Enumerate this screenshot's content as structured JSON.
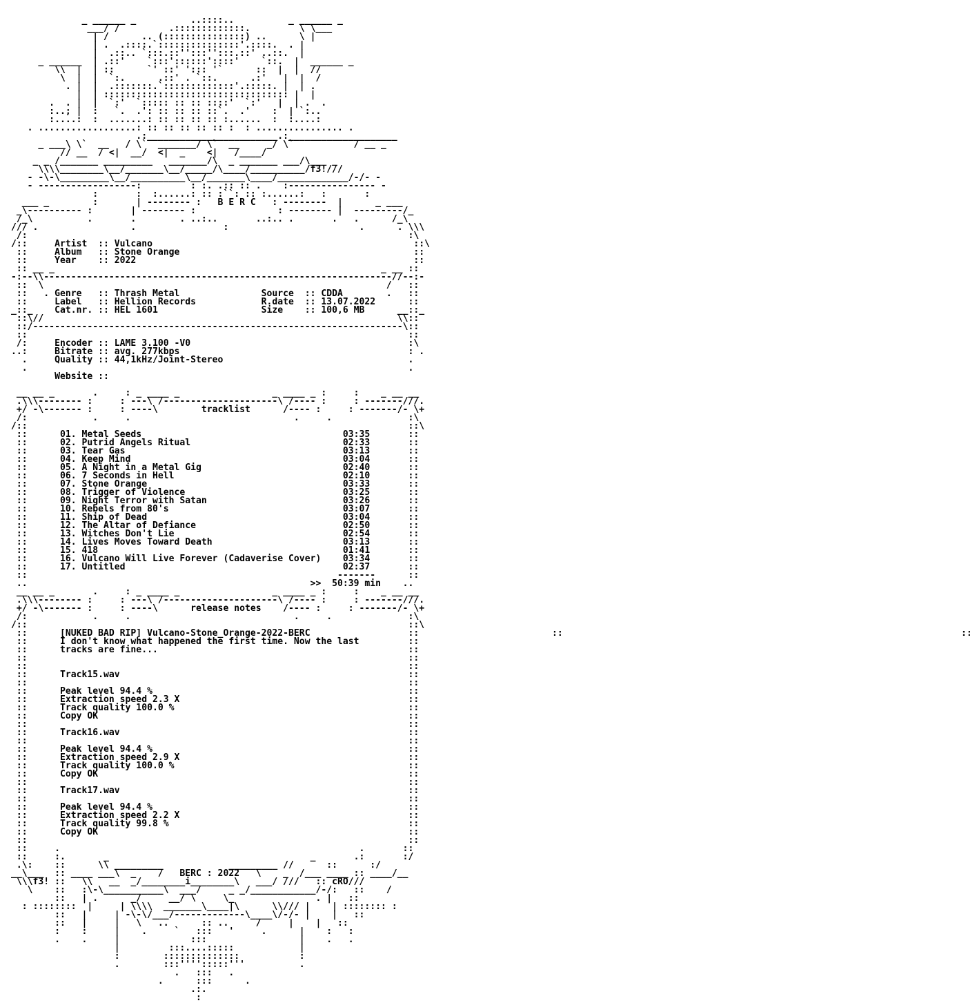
{
  "nfo_lines": [
    "             _ ______ _          ..::::..          _ ______ _",
    "              ___/ /         .:::::::::::::.         \\ \\___",
    "               | /      .. (:::::::::::::::) ..      \\ |",
    "               | .  .::::.`:::::::::::::::'.::::.  . |",
    "               |  .::.. `:::.::'':::'':::.::' ..::.  |",
    "     _ ______  | .::'    `:::'::::::'::::'    `::.  |  ______ _",
    "        \\\\  |  | ::      `' ::' '::: '`      ::  |  |  //",
    "         \\  |  |  `:.      .::' . `::.      .:'   |  |  /",
    "          . |  |  .:::::::.`:::::::::::::'.:::::. |  | .",
    "            |  | :::::::::::::::::::::::::::::::::: |  |",
    "       .  . |  |  `:'  `::::: :: :: ::::'  `:'   |  | .  .",
    "       :..; |  :   `.  .': :: :: :: ::`.  .'    :  | `:..",
    "       :....:  :  .......: :: :: :: :: :......  :  :....:",
    "   . ..................: :: :: :: :: :: :  : ................ .",
    "                       .:________________________.:____________________",
    "     _ ___\\ \\`  __   / \\`  _______/ \\`  __     _/ \\`           / __ _",
    "         // __  / <|  __/  <|  _    <|   /____/",
    "    _ _ /_______ _________   _______/\\  _ _______ ___/\\___ _",
    "     \\\\\\\\________\\__/_______\\__/_____/\\____/__________/f3!///",
    "   - -\\-\\_________\\__/__________\\__/_______\\____/_____________/-/- -",
    "   - ------------------:         : :. .:: :: .    :---------------- -",
    "               :       :  :......: :: :``: :: :......:   :       :",
    "  ___ _        :       | -------- :   B E R C   : --------  |      _ ___",
    " _\\---------- :       | -------- :               : -------- |  ---------/_",
    " /_\\          .       .        . ..:..       ..:.. .       .   .      /_\\",
    "/// .                 .                :                        .      . \\\\\\",
    " /:                                                                      :\\",
    "/::     Artist  :: Vulcano                                                ::\\",
    " ::     Album   :: Stone Orange                                           ::",
    " ::     Year    :: 2022                                                   ::",
    " :: __ _                                                            _ __ ::",
    "-:--\\\\----------------------------------------------------------------//--:-",
    " ::  \\                                                               /   ::",
    " ::   . Genre   :: Thrash Metal               Source  :: CDDA        .   ::",
    " ::     Label   :: Hellion Records            R.date  :: 13.07.2022      ::",
    "_::_    Cat.nr. :: HEL 1601                   Size    :: 100,6 MB      __::_",
    " ::\\//                                                                 \\\\::",
    " ::/--------------------------------------------------------------------\\::",
    " ::                                                                      ::",
    " /:     Encoder :: LAME 3.100 -V0                                        :\\",
    "..:     Bitrate :: avg. 277kbps                                          : .",
    "  .     Quality :: 44,1kHz/Joint-Stereo                                  .",
    "  .                                                                      .",
    "        Website ::",
    "",
    " __ __ _       .     : _ ____ _                 _ ____ _ :     :    _ __ __",
    " .\\\\\\-------- :     : ---\\ /---------------------\\ /---- :     : -------///.",
    " +/ -\\------- :     : ----\\        tracklist      /---- :     : -------/- \\+",
    " /:            .     .                              .     .              :\\",
    "/::                                                                      ::\\",
    " ::      01. Metal Seeds                                     03:35       ::",
    " ::      02. Putrid Angels Ritual                            02:33       ::",
    " ::      03. Tear Gas                                        03:13       ::",
    " ::      04. Keep Mind                                       03:04       ::",
    " ::      05. A Night in a Metal Gig                          02:40       ::",
    " ::      06. 7 Seconds in Hell                               02:10       ::",
    " ::      07. Stone Orange                                    03:33       ::",
    " ::      08. Trigger of Violence                             03:25       ::",
    " ::      09. Night Terror with Satan                         03:26       ::",
    " ::      10. Rebels from 80's                                03:07       ::",
    " ::      11. Ship of Dead                                    03:04       ::",
    " ::      12. The Altar of Defiance                           02:50       ::",
    " ::      13. Witches Don't Lie                               02:54       ::",
    " ::      14. Lives Moves Toward Death                        03:13       ::",
    " ::      15. 418                                             01:41       ::",
    " ::      16. Vulcano Will Live Forever (Cadaverise Cover)    03:34       ::",
    " ::      17. Untitled                                        02:37       ::",
    " ::                                                         -------      ::",
    " ..                                                    >>  50:39 min    ..",
    " __ __ _       .     : _ ____ _                 _ ____ _ :     :    _ __ __",
    " .\\\\\\-------- :     : ---\\ /---------------------\\ /---- :     : -------///.",
    " +/ -\\------- :     : ----\\      release notes    /---- :     : -------/- \\+",
    " /:            .     .                              .     .              :\\",
    "/::                                                                      ::\\",
    " ::      [NUKED BAD RIP] Vulcano-Stone_Orange-2022-BERC                  ::",
    " ::      I don't know what happened the first time. Now the last         ::",
    " ::      tracks are fine...                                              ::",
    " ::                                                                      ::",
    " ::                                                                      ::",
    " ::      Track15.wav                                                     ::",
    " ::                                                                      ::",
    " ::      Peak level 94.4 %                                               ::",
    " ::      Extraction speed 2.3 X                                          ::",
    " ::      Track quality 100.0 %                                           ::",
    " ::      Copy OK                                                         ::",
    " ::                                                                      ::",
    " ::      Track16.wav                                                     ::",
    " ::                                                                      ::",
    " ::      Peak level 94.4 %                                               ::",
    " ::      Extraction speed 2.9 X                                          ::",
    " ::      Track quality 100.0 %                                           ::",
    " ::      Copy OK                                                         ::",
    " ::                                                                      ::",
    " ::      Track17.wav                                                     ::",
    " ::                                                                      ::",
    " ::      Peak level 94.4 %                                               ::",
    " ::      Extraction speed 2.2 X                                          ::",
    " ::      Track quality 99.8 %                                            ::",
    " ::      Copy OK                                                         ::",
    " ::                                                                      ::",
    " ::     .                                                       .       ::",
    " ::     :.       _                                     _       .:       :/",
    " .\\:    ::      \\\\ _________            _________ //      ::      :/",
    "__\\___  :: ____ ___\\  _    /   BERC : 2022   \\    _  /___ ____ :: ____/__",
    " \\\\\\f3! ::   \\\\   __  _/________i________\\   ___/ ///   :: cRO///",
    "   \\    ::   :\\-\\___________\\  ___/     _ _/____________/-/:   ::    /",
    "        ::   | .      _/     __/ \\     \\_               . |   ::",
    "  : ::::::::  |     | \\\\\\\\  _______\\____|\\      \\\\/// |    | :::::::: :",
    "        ::   |     | -\\-\\/___/-------------\\____\\/-/- |    |   ::",
    "        ::   |     |   \\   ..      :: ..     /     |    |   ::",
    "        :    :     |    .     `   :::   '     .      |    :   :",
    "        .    .     |             :::                 |    .   .",
    "                   |         :::....:::::            |",
    "                   :        ::::::::::::::           :",
    "                   .        :::'''':::::'''          .",
    "                              .   :::   .",
    "                           .      :::      .",
    "                                 .:.",
    "                                  :"
  ],
  "stray_1": "::",
  "stray_2": "::"
}
